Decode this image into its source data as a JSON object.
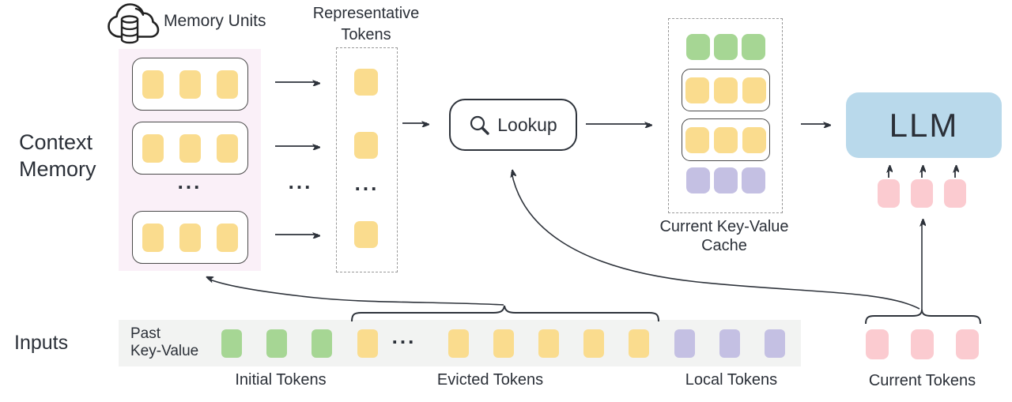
{
  "ellipsis": "...",
  "colors": {
    "yellow": "#FADC8E",
    "green": "#A6D694",
    "purple": "#C4C0E3",
    "pink": "#FBCBD0",
    "llm_blue": "#B9D9EB",
    "memory_panel_bg": "#FAF0F8",
    "input_strip_bg": "#F2F3F2",
    "line": "#2E333B",
    "dashed_border": "#999999",
    "unit_border": "#4A4A4A"
  },
  "token_groups": {
    "memory_unit_row": {
      "count": 3,
      "color": "yellow"
    },
    "rep_single": {
      "count": 1,
      "color": "yellow"
    },
    "cache_initial_row": {
      "count": 3,
      "color": "green"
    },
    "cache_unit_row": {
      "count": 3,
      "color": "yellow"
    },
    "cache_local_row": {
      "count": 3,
      "color": "purple"
    },
    "llm_input_row": {
      "count": 3,
      "color": "pink"
    },
    "strip_initial": {
      "count": 3,
      "color": "green"
    },
    "strip_evicted_left": {
      "count": 1,
      "color": "yellow"
    },
    "strip_evicted_right": {
      "count": 5,
      "color": "yellow"
    },
    "strip_local": {
      "count": 3,
      "color": "purple"
    },
    "current_tokens": {
      "count": 3,
      "color": "pink"
    }
  },
  "context_memory": {
    "line1": "Context",
    "line2": "Memory"
  },
  "memory_units_label": "Memory Units",
  "representative": {
    "line1": "Representative",
    "line2": "Tokens"
  },
  "lookup_label": "Lookup",
  "cache_label": {
    "line1": "Current Key-Value",
    "line2": "Cache"
  },
  "llm_label": "LLM",
  "inputs_label": "Inputs",
  "past_kv": {
    "line1": "Past",
    "line2": "Key-Value"
  },
  "group_labels": {
    "initial": "Initial Tokens",
    "evicted": "Evicted Tokens",
    "local": "Local Tokens",
    "current": "Current Tokens"
  },
  "icons": {
    "memory": "cloud-database",
    "lookup": "magnifier"
  }
}
